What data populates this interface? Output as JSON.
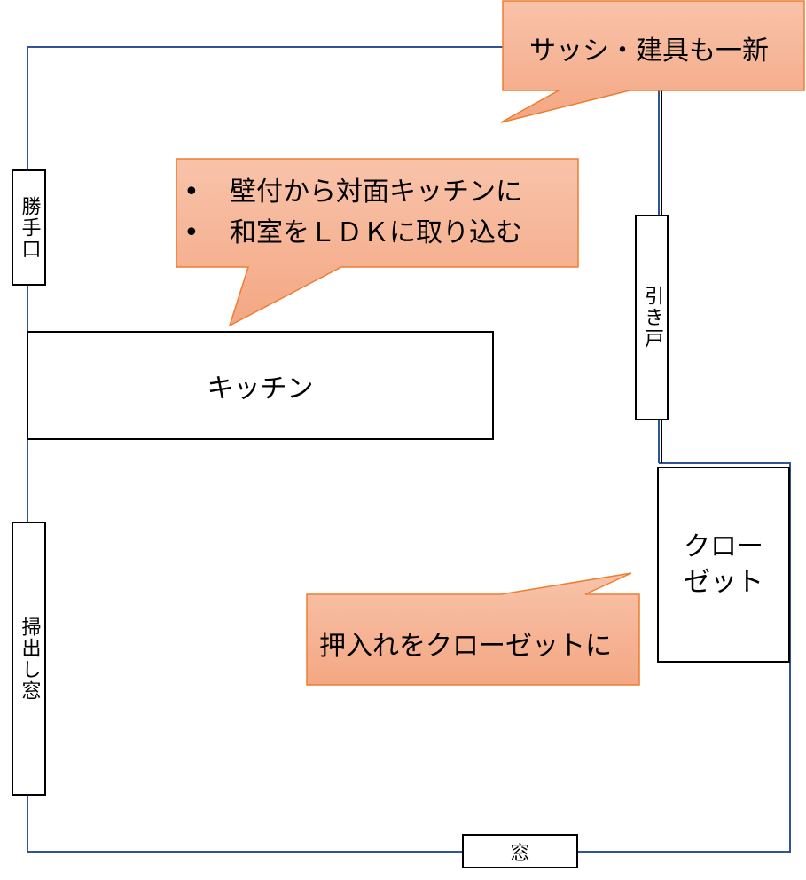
{
  "colors": {
    "wall": "#2f5597",
    "callout_top": "#f8c3aa",
    "callout_bottom": "#f4a783",
    "callout_border": "#ed7d31"
  },
  "callouts": {
    "sash": "サッシ・建具も一新",
    "kitchen_points": [
      "壁付から対面キッチンに",
      "和室をＬＤＫに取り込む"
    ],
    "closet": "押入れをクローゼットに"
  },
  "rooms": {
    "back_door": "勝手口",
    "kitchen": "キッチン",
    "sliding_door": "引き戸",
    "closet_line1": "クロー",
    "closet_line2": "ゼット",
    "sweep_window": "掃出し窓",
    "window": "窓"
  }
}
